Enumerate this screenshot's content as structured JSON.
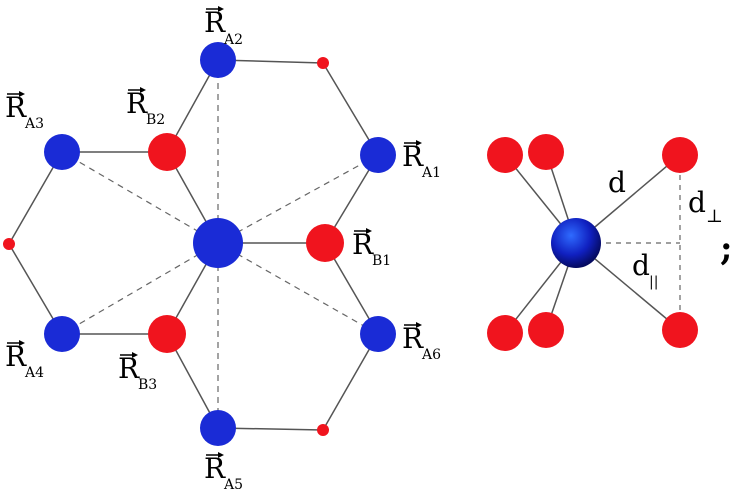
{
  "colors": {
    "atom_a": "#1a2bd6",
    "atom_a_center": "#0a1480",
    "atom_b": "#f0141e",
    "bond": "#555555",
    "dashed": "#666666",
    "text": "#000000"
  },
  "lattice": {
    "labels": {
      "A1": {
        "main": "R",
        "sub": "A1"
      },
      "A2": {
        "main": "R",
        "sub": "A2"
      },
      "A3": {
        "main": "R",
        "sub": "A3"
      },
      "A4": {
        "main": "R",
        "sub": "A4"
      },
      "A5": {
        "main": "R",
        "sub": "A5"
      },
      "A6": {
        "main": "R",
        "sub": "A6"
      },
      "B1": {
        "main": "R",
        "sub": "B1"
      },
      "B2": {
        "main": "R",
        "sub": "B2"
      },
      "B3": {
        "main": "R",
        "sub": "B3"
      }
    }
  },
  "geometry_diagram": {
    "d": "d",
    "d_perp": {
      "main": "d",
      "sub": "⊥"
    },
    "d_par": {
      "main": "d",
      "sub": "||"
    }
  },
  "separator": ";"
}
